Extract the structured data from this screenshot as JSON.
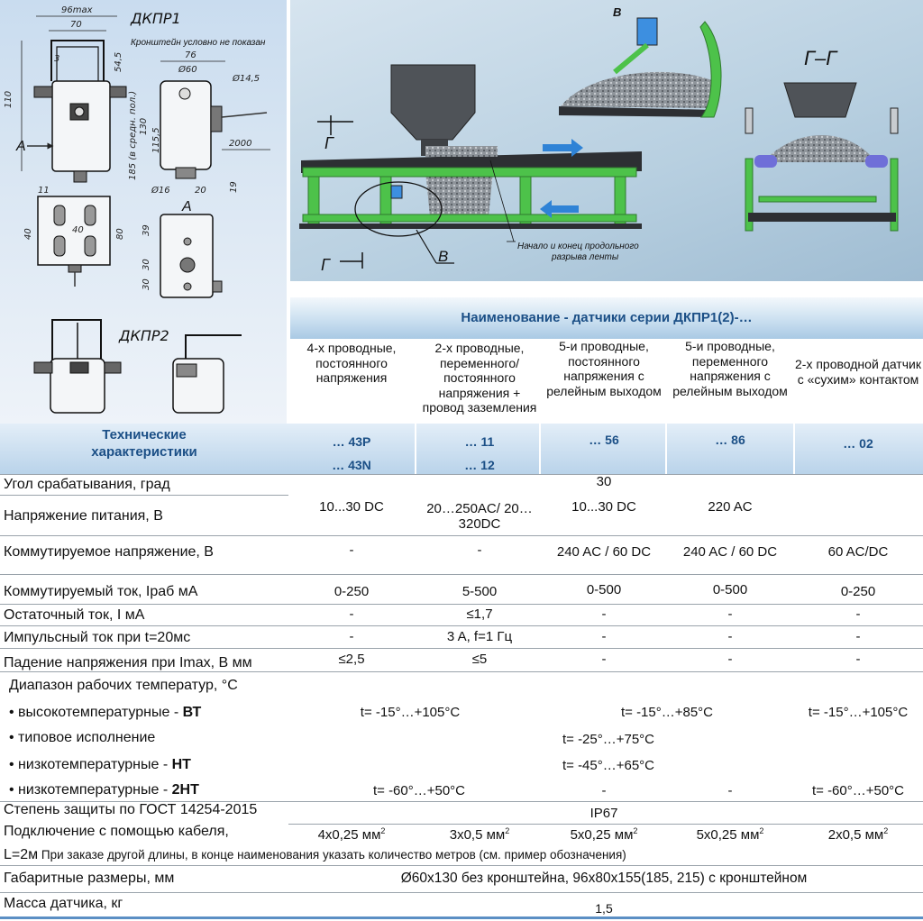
{
  "drawings": {
    "title1": "ДКПР1",
    "note": "Кронштейн условно не показан",
    "title2": "ДКПР2",
    "dims": {
      "d96": "96max",
      "d70": "70",
      "d3": "3",
      "d110": "110",
      "d545": "54,5",
      "d76": "76",
      "dphi60": "Ø60",
      "dphi145": "Ø14,5",
      "d130": "130",
      "d1155": "115,5",
      "d185": "185 (в средн. пол.)",
      "d2000": "2000",
      "dphi16": "Ø16",
      "d20": "20",
      "d19": "19",
      "arrowA": "A",
      "viewA": "A",
      "d11": "11",
      "d40a": "40",
      "d40b": "40",
      "d80": "80",
      "d39": "39",
      "d30a": "30",
      "d30b": "30"
    }
  },
  "conveyor": {
    "section_label_left_top": "Г",
    "section_label_left_bottom": "Г",
    "view_b_tag": "В",
    "callout_b": "В",
    "section_title": "Г–Г",
    "callout_text_1": "Начало и конец продольного",
    "callout_text_2": "разрыва ленты"
  },
  "table": {
    "naming_title": "Наименование - датчики серии ДКПР1(2)-…",
    "variant_titles": [
      "4-х проводные, постоянного напряжения",
      "2-х проводные, переменного/ постоянного напряжения + провод заземления",
      "5-и проводные, постоянного напряжения с релейным выходом",
      "5-и проводные, переменного напряжения с релейным выходом",
      "2-х проводной датчик с «сухим» контактом"
    ],
    "tech_header": "Технические характеристики",
    "codes": [
      [
        "… 43P",
        "… 43N"
      ],
      [
        "… 11",
        "… 12"
      ],
      [
        "… 56"
      ],
      [
        "… 86"
      ],
      [
        "… 02"
      ]
    ],
    "rows": {
      "angle": {
        "label": "Угол срабатывания, град",
        "value": "30"
      },
      "supply": {
        "label": "Напряжение питания, В",
        "values": [
          "10...30 DC",
          "20…250AC/ 20…320DC",
          "10...30 DC",
          "220 AC",
          ""
        ]
      },
      "switch_v": {
        "label": "Коммутируемое напряжение, В",
        "values": [
          "-",
          "-",
          "240 AC / 60  DC",
          "240 AC / 60  DC",
          "60 AC/DC"
        ]
      },
      "switch_i": {
        "label": "Коммутируемый ток, Iраб мА",
        "values": [
          "0-250",
          "5-500",
          "0-500",
          "0-500",
          "0-250"
        ]
      },
      "residual": {
        "label": "Остаточный ток, I мА",
        "values": [
          "-",
          "≤1,7",
          "-",
          "-",
          "-"
        ]
      },
      "pulse": {
        "label": "Импульсный ток при t=20мс",
        "values": [
          "-",
          "3 A, f=1 Гц",
          "-",
          "-",
          "-"
        ]
      },
      "drop": {
        "label": "Падение напряжения при Imax, В мм",
        "values": [
          "≤2,5",
          "≤5",
          "-",
          "-",
          "-"
        ]
      },
      "temp_head": {
        "label": "Диапазон рабочих температур, °С"
      },
      "temp_bt": {
        "label_pre": "• высокотемпературные  - ",
        "label_bold": "ВТ",
        "values": [
          "t= -15°…+105°С",
          "t= -15°…+85°С",
          "t= -15°…+105°С"
        ]
      },
      "temp_std": {
        "label": "• типовое исполнение",
        "value": "t= -25°…+75°С"
      },
      "temp_nt": {
        "label_pre": "• низкотемпературные - ",
        "label_bold": "НТ",
        "value": "t= -45°…+65°С"
      },
      "temp_2nt": {
        "label_pre": "• низкотемпературные - ",
        "label_bold": "2НТ",
        "values": [
          "t= -60°…+50°С",
          "-",
          "-",
          "t= -60°…+50°С"
        ]
      },
      "ip": {
        "label": "Степень защиты по ГОСТ 14254-2015",
        "value": "IP67"
      },
      "cable": {
        "label": "Подключение с помощью кабеля,",
        "values": [
          "4x0,25 мм",
          "3x0,5 мм",
          "5x0,25 мм",
          "5x0,25 мм",
          "2x0,5 мм"
        ],
        "sup": "2"
      },
      "cable_note": {
        "label_big": "L=2м",
        "text": " При заказе другой длины, в конце наименования указать количество метров (см. пример обозначения)"
      },
      "dims": {
        "label": "Габаритные размеры, мм",
        "value": "Ø60x130 без кронштейна, 96x80x155(185, 215) с кронштейном"
      },
      "mass": {
        "label": "Масса датчика, кг",
        "value": "1,5"
      }
    }
  }
}
